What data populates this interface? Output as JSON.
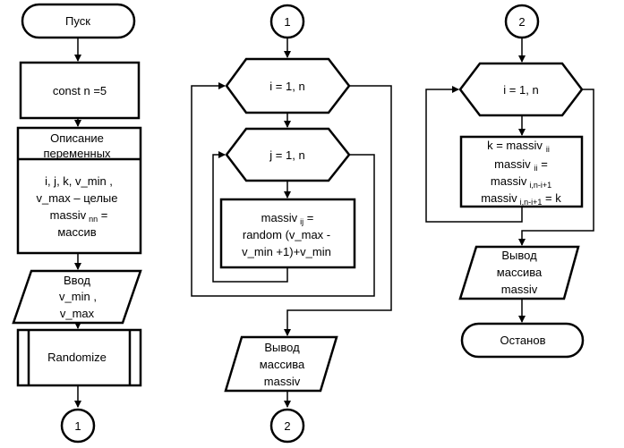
{
  "column1": {
    "start": "Пуск",
    "const": "const n  =5",
    "vars_title": "Описание переменных",
    "vars_line1": "i, j, k, v_min ,",
    "vars_line2": "v_max    – целые",
    "vars_line3": "massiv",
    "vars_line3_sub": "nn",
    "vars_line3_end": " =",
    "vars_line4": "массив",
    "input_line1": "Ввод",
    "input_line2": "v_min ,",
    "input_line3": "v_max",
    "randomize": "Randomize",
    "connector_out": "1"
  },
  "column2": {
    "connector_in": "1",
    "loop_i": "i = 1, n",
    "loop_j": "j = 1, n",
    "assign_line1": "massiv",
    "assign_line1_sub": "ij",
    "assign_line1_end": " =",
    "assign_line2": "random  (v_max -",
    "assign_line3": "v_min +1)+v_min",
    "output_line1": "Вывод",
    "output_line2": "массива",
    "output_line3": "massiv",
    "connector_out": "2"
  },
  "column3": {
    "connector_in": "2",
    "loop_i": "i = 1, n",
    "swap_line1": "k = massiv",
    "swap_line1_sub": "ii",
    "swap_line2": "massiv",
    "swap_line2_sub": "ii",
    "swap_line2_end": " =",
    "swap_line3": "massiv",
    "swap_line3_sub": "i,n-i+1",
    "swap_line4": "massiv",
    "swap_line4_sub": "i,n-i+1",
    "swap_line4_end": " = k",
    "output_line1": "Вывод",
    "output_line2": "массива",
    "output_line3": "massiv",
    "stop": "Останов"
  }
}
